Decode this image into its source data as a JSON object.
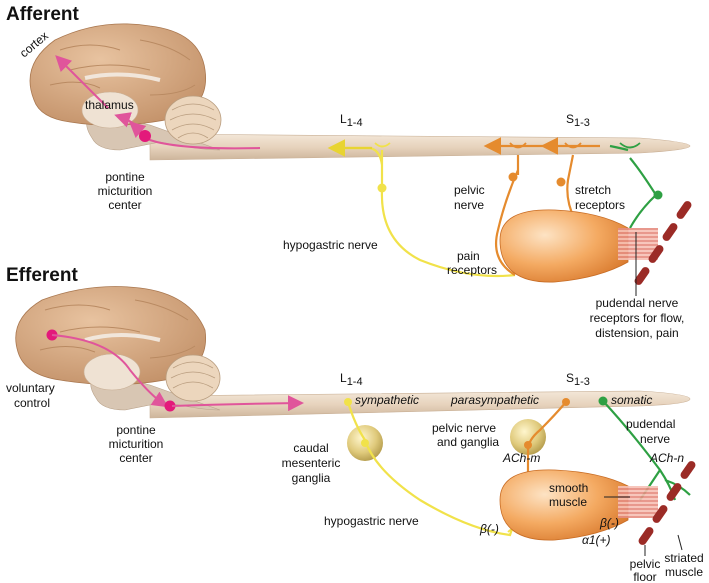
{
  "colors": {
    "cord": "#e9d7c2",
    "brain": "#d6a57c",
    "brainstem": "#dcc9b6",
    "cerebellum": "#e6cfb4",
    "bladder": "#f1a35a",
    "sphincter": "#f3b3a8",
    "muscle": "#9b2b26",
    "sympathetic": "#f1e24a",
    "parasympathetic": "#e58b2e",
    "somatic": "#2ea043",
    "brain_path": "#e0559b",
    "ganglion": "#d9c36a"
  },
  "afferent": {
    "title": "Afferent",
    "cortex": "cortex",
    "thalamus": "thalamus",
    "pmc_line1": "pontine",
    "pmc_line2": "micturition",
    "pmc_line3": "center",
    "seg_l": "L",
    "seg_l_sub": "1-4",
    "seg_s": "S",
    "seg_s_sub": "1-3",
    "hypogastric": "hypogastric nerve",
    "pelvic_line1": "pelvic",
    "pelvic_line2": "nerve",
    "stretch_line1": "stretch",
    "stretch_line2": "receptors",
    "pain_line1": "pain",
    "pain_line2": "receptors",
    "pudendal_line1": "pudendal nerve",
    "pudendal_line2": "receptors for flow,",
    "pudendal_line3": "distension, pain"
  },
  "efferent": {
    "title": "Efferent",
    "voluntary_line1": "voluntary",
    "voluntary_line2": "control",
    "pmc_line1": "pontine",
    "pmc_line2": "micturition",
    "pmc_line3": "center",
    "seg_l": "L",
    "seg_l_sub": "1-4",
    "seg_s": "S",
    "seg_s_sub": "1-3",
    "sympathetic": "sympathetic",
    "parasympathetic": "parasympathetic",
    "somatic": "somatic",
    "caudal_line1": "caudal",
    "caudal_line2": "mesenteric",
    "caudal_line3": "ganglia",
    "pelvic_ganglia_line1": "pelvic nerve",
    "pelvic_ganglia_line2": "and ganglia",
    "pudendal_line1": "pudendal",
    "pudendal_line2": "nerve",
    "ach_m": "ACh-m",
    "ach_n": "ACh-n",
    "smooth_line1": "smooth",
    "smooth_line2": "muscle",
    "hypogastric": "hypogastric nerve",
    "beta_minus_left": "β(-)",
    "beta_minus_right": "β(-)",
    "alpha_plus": "α1(+)",
    "pelvic_floor_line1": "pelvic",
    "pelvic_floor_line2": "floor",
    "striated_line1": "striated",
    "striated_line2": "muscle"
  }
}
